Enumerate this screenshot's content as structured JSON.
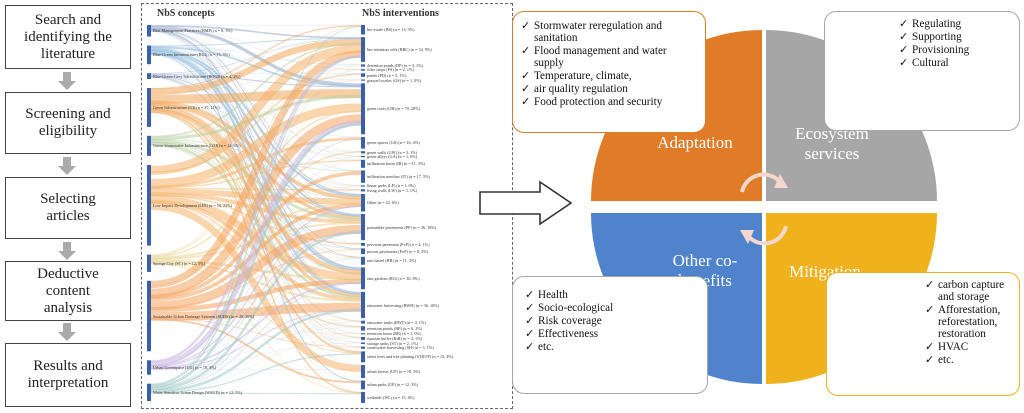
{
  "workflow": {
    "steps": [
      {
        "lines": [
          "Search and",
          "identifying the",
          "literature"
        ]
      },
      {
        "lines": [
          "Screening and",
          "eligibility"
        ]
      },
      {
        "lines": [
          "Selecting",
          "articles"
        ]
      },
      {
        "lines": [
          "Deductive",
          "content",
          "analysis"
        ]
      },
      {
        "lines": [
          "Results and",
          "interpretation"
        ]
      }
    ]
  },
  "sankey": {
    "left_header": "NbS concepts",
    "right_header": "NbS interventions",
    "concepts": [
      "Best Management Practices (BMP) (n = 8, 3%)",
      "Blue-Green Infrastructure (BGI) (n = 13, 5%)",
      "Blue-Green-Grey Infrastructure (BGGI) (n = 4, 2%)",
      "Green Infrastructure (GI) (n = 27, 11%)",
      "Green Stormwater Infrastructure (GSI) (n = 14, 6%)",
      "Low Impact Development (LID) (n = 56, 23%)",
      "Sponge City (SC) (n = 12, 5%)",
      "Sustainable Urban Drainage Systems (SUDS) (n = 49, 20%)",
      "Urban Greenspace (UG) (n = 10, 4%)",
      "Water Sensitive Urban Design (WSUD) (n = 12, 5%)"
    ],
    "interventions": [
      "bio-swale (BS) (n = 13, 5%)",
      "bio-retention cells (BRC) (n = 34, 9%)",
      "detention ponds (DP) (n = 3, 1%)",
      "filter strips (FS) (n = 2, 1%)",
      "ponds (PD) (n = 5, 1%)",
      "grassed swales (GS) (n = 1, 0%)",
      "green roofs (GR) (n = 70, 20%)",
      "green spaces (GS) (n = 16, 4%)",
      "green walls (GW) (n = 3, 1%)",
      "green alleys (GA) (n = 1, 0%)",
      "infiltration basin (IB) (n = 11, 3%)",
      "infiltration trenches (IT) (n = 17, 5%)",
      "linear parks (LP) (n = 1, 0%)",
      "living walls (LW) (n = 3, 1%)",
      "Other (n = 24, 6%)",
      "permeable pavements (PP) (n = 36, 10%)",
      "pervious pavement (PvP) (n = 4, 1%)",
      "porous pavements (PoP) (n = 8, 2%)",
      "rain barrel (RB) (n = 11, 3%)",
      "rain gardens (RG) (n = 30, 8%)",
      "rainwater harvesting (RWH) (n = 36, 10%)",
      "rainwater tanks (RWT) (n = 4, 1%)",
      "retention ponds (RP) (n = 6, 2%)",
      "retention basin (RB) (n = 1, 0%)",
      "riparian buffer (RiB) (n = 4, 1%)",
      "storage tanks (ST) (n = 2, 1%)",
      "stormwater harvesting (SH) (n = 3, 1%)",
      "street trees and tree planting (ST&TP) (n = 15, 4%)",
      "urban forests (UF) (n = 18, 5%)",
      "urban parks (UP) (n = 12, 3%)",
      "wetlands (WL) (n = 15, 4%)"
    ]
  },
  "wheel": {
    "quadrants": [
      {
        "key": "adaptation",
        "lines": [
          "Adaptation"
        ],
        "color": "#E07B28"
      },
      {
        "key": "ecosystem",
        "lines": [
          "Ecosystem",
          "services"
        ],
        "color": "#A6A6A6"
      },
      {
        "key": "other",
        "lines": [
          "Other co-",
          "benefits"
        ],
        "color": "#4F83CC"
      },
      {
        "key": "mitigation",
        "lines": [
          "Mitigation"
        ],
        "color": "#F0B21C"
      }
    ]
  },
  "boxes": {
    "adaptation": {
      "color": "#E07B28",
      "items": [
        "Stormwater reregulation and sanitation",
        "Flood management and water supply",
        "Temperature, climate,",
        " air quality regulation",
        "Food protection and security"
      ]
    },
    "ecosystem": {
      "color": "#A6A6A6",
      "items": [
        "Regulating",
        "Supporting",
        "Provisioning",
        "Cultural"
      ]
    },
    "other": {
      "color": "#A6A6A6",
      "items": [
        "Health",
        "Socio-ecological",
        "Risk coverage",
        "Effectiveness",
        "etc."
      ]
    },
    "mitigation": {
      "color": "#F0B21C",
      "items": [
        "carbon capture and storage",
        "Afforestation, reforestation, restoration",
        "HVAC",
        "etc."
      ]
    }
  }
}
